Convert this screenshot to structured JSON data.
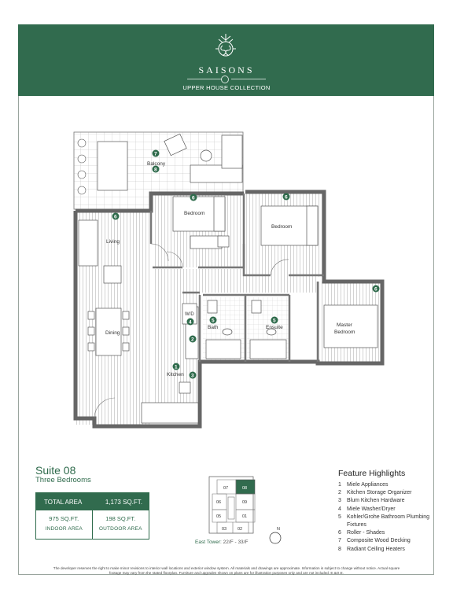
{
  "header": {
    "brand": "SAISONS",
    "collection": "UPPER HOUSE COLLECTION",
    "bg_color": "#316b4e"
  },
  "plan": {
    "rooms": {
      "balcony": "Balcony",
      "bedroom_1": "Bedroom",
      "bedroom_2": "Bedroom",
      "living": "Living",
      "dining": "Dining",
      "kitchen": "Kitchen",
      "wd": "W/D",
      "bath": "Bath",
      "ensuite": "Ensuite",
      "master_1": "Master",
      "master_2": "Bedroom"
    },
    "badges": {
      "b7": "7",
      "b8": "8",
      "b6a": "6",
      "b6b": "6",
      "b6c": "6",
      "b6d": "6",
      "b4": "4",
      "b5a": "5",
      "b5b": "5",
      "b2": "2",
      "b1": "1",
      "b3": "3"
    }
  },
  "suite": {
    "title": "Suite 08",
    "subtitle": "Three Bedrooms",
    "total_label": "TOTAL AREA",
    "total_value": "1,173 SQ.FT.",
    "indoor_value": "975 SQ.FT.",
    "indoor_label": "INDOOR AREA",
    "outdoor_value": "198 SQ.FT.",
    "outdoor_label": "OUTDOOR AREA"
  },
  "keyplan": {
    "units": [
      "07",
      "08",
      "06",
      "09",
      "05",
      "01",
      "03",
      "02"
    ],
    "highlight": "08",
    "caption_tower": "East Tower:",
    "caption_floors": "22/F - 33/F",
    "north": "N"
  },
  "features": {
    "title": "Feature Highlights",
    "items": [
      {
        "num": "1",
        "text": "Miele Appliances"
      },
      {
        "num": "2",
        "text": "Kitchen Storage Organizer"
      },
      {
        "num": "3",
        "text": "Blum Kitchen Hardware"
      },
      {
        "num": "4",
        "text": "Miele Washer/Dryer"
      },
      {
        "num": "5",
        "text": "Kohler/Grohe Bathroom Plumbing Fixtures"
      },
      {
        "num": "6",
        "text": "Roller - Shades"
      },
      {
        "num": "7",
        "text": "Composite Wood Decking"
      },
      {
        "num": "8",
        "text": "Radiant Ceiling Heaters"
      }
    ]
  },
  "disclaimer": "The developer reserves the right to make minor revisions to interior wall locations and exterior window system. All materials and drawings are approximate. Information is subject to change without notice. Actual square footage may vary from the stated floorplan. Furniture and upgrades shown on plans are for illustration purposes only and are not included. E.&O.E.",
  "colors": {
    "accent": "#316b4e",
    "badge": "#2f6b4c",
    "wall": "#6b6b6b"
  }
}
